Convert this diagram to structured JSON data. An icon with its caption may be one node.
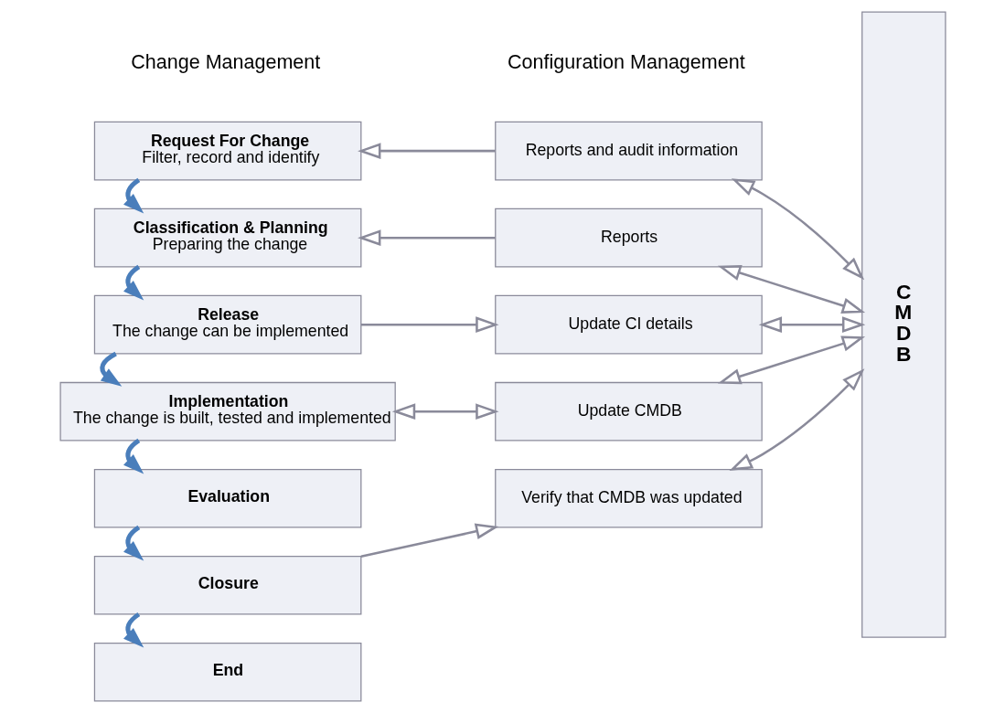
{
  "diagram": {
    "nodes": [
      {
        "text": [
          "Request For Change",
          "Filter, record and identify"
        ]
      },
      {
        "text": [
          "Classification & Planning",
          "Preparing the change"
        ]
      },
      {
        "text": [
          "Release",
          "The change can be implemented"
        ]
      },
      {
        "text": [
          "Implementation",
          "The change is built, tested and implemented"
        ]
      },
      {
        "text": [
          "Evaluation"
        ]
      },
      {
        "text": [
          "Closure"
        ]
      },
      {
        "text": [
          "End"
        ]
      },
      {
        "text": [
          "Reports and audit information"
        ]
      },
      {
        "text": [
          "Reports"
        ]
      },
      {
        "text": [
          "Update CI details"
        ]
      },
      {
        "text": [
          "Update CMDB"
        ]
      },
      {
        "text": [
          "Verify that CMDB was updated"
        ]
      },
      {
        "text": [
          "CMDB"
        ]
      }
    ],
    "edges": [
      {
        "from": 0,
        "to": 1,
        "arrow": "to",
        "style": "thick",
        "color": "#4a7ebb"
      },
      {
        "from": 1,
        "to": 2,
        "arrow": "to",
        "style": "thick",
        "color": "#4a7ebb"
      },
      {
        "from": 2,
        "to": 3,
        "arrow": "to",
        "style": "thick",
        "color": "#4a7ebb"
      },
      {
        "from": 3,
        "to": 4,
        "arrow": "to",
        "style": "thick",
        "color": "#4a7ebb"
      },
      {
        "from": 4,
        "to": 5,
        "arrow": "to",
        "style": "thick",
        "color": "#4a7ebb"
      },
      {
        "from": 5,
        "to": 6,
        "arrow": "to",
        "style": "thick",
        "color": "#4a7ebb"
      },
      {
        "from": 7,
        "to": 0,
        "arrow": "to"
      },
      {
        "from": 8,
        "to": 1,
        "arrow": "to"
      },
      {
        "from": 2,
        "to": 9,
        "arrow": "to"
      },
      {
        "from": 3,
        "to": 10,
        "arrow": "both"
      },
      {
        "from": 5,
        "to": 11,
        "arrow": "to"
      },
      {
        "from": 7,
        "to": 12,
        "arrow": "both"
      },
      {
        "from": 8,
        "to": 12,
        "arrow": "both"
      },
      {
        "from": 9,
        "to": 12,
        "arrow": "both"
      },
      {
        "from": 10,
        "to": 12,
        "arrow": "both"
      },
      {
        "from": 11,
        "to": 12,
        "arrow": "both"
      }
    ],
    "labels": [
      "Change Management",
      "Configuration Management"
    ]
  }
}
